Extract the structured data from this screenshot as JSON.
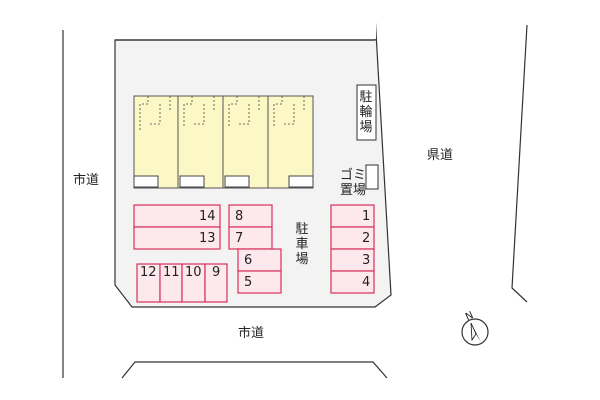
{
  "roads": {
    "left": "市道",
    "bottom": "市道",
    "right": "県道"
  },
  "facilities": {
    "bicycle_parking": "駐輪場",
    "garbage_area": "ゴミ置場",
    "parking": "駐車場"
  },
  "compass": {
    "label": "N",
    "icon": "north-arrow-icon"
  },
  "parking_spaces": {
    "left_wide": [
      "14",
      "13"
    ],
    "bottom_left": [
      "12",
      "11",
      "10",
      "9"
    ],
    "center_top": [
      "8",
      "7"
    ],
    "center_bottom": [
      "6",
      "5"
    ],
    "right_column": [
      "1",
      "2",
      "3",
      "4"
    ]
  },
  "colors": {
    "lot_fill": "#f3f3f3",
    "building_fill": "#fbf8c6",
    "parking_fill": "#fde8ee",
    "parking_stroke": "#d6315a",
    "line": "#333333"
  }
}
